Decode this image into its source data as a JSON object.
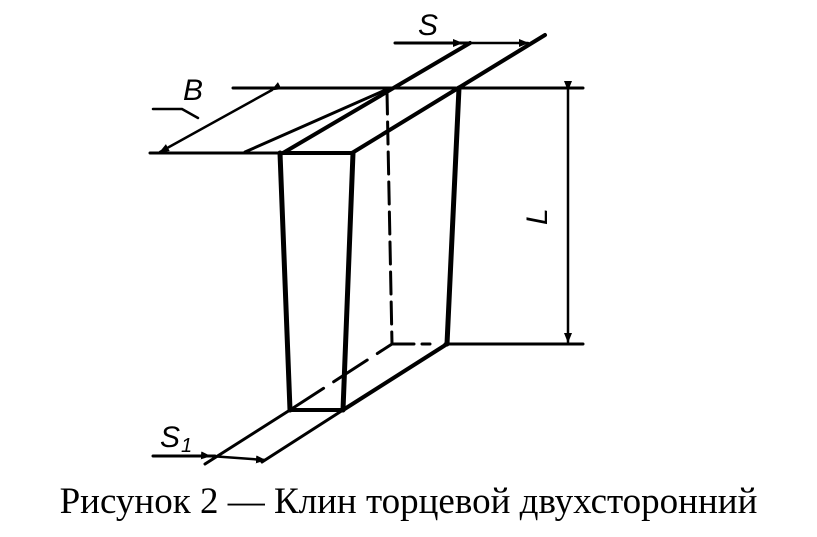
{
  "figure": {
    "caption": "Рисунок 2 — Клин торцевой двухсторонний",
    "labels": {
      "width": "B",
      "thickness_top": "S",
      "thickness_bottom": "S",
      "thickness_bottom_sub": "1",
      "length": "L"
    },
    "colors": {
      "ink": "#000000",
      "background": "#ffffff"
    }
  }
}
